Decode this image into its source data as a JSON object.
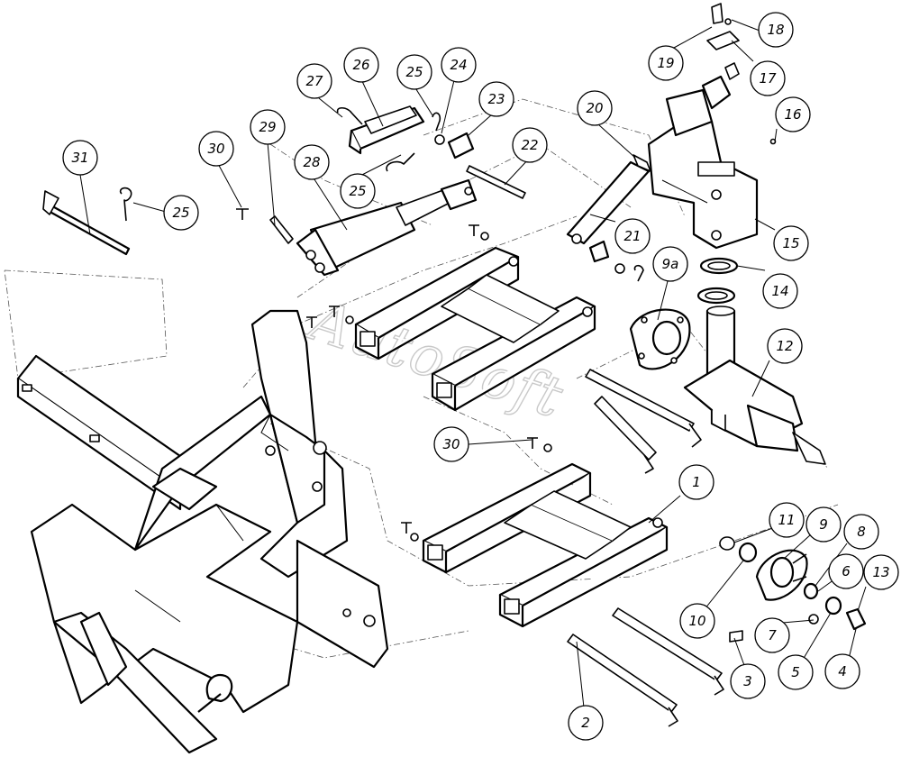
{
  "diagram": {
    "watermark": "AutoSoft",
    "callouts": [
      {
        "id": "c31",
        "label": "31"
      },
      {
        "id": "c25a",
        "label": "25"
      },
      {
        "id": "c30a",
        "label": "30"
      },
      {
        "id": "c29",
        "label": "29"
      },
      {
        "id": "c28",
        "label": "28"
      },
      {
        "id": "c27",
        "label": "27"
      },
      {
        "id": "c26",
        "label": "26"
      },
      {
        "id": "c25b",
        "label": "25"
      },
      {
        "id": "c25c",
        "label": "25"
      },
      {
        "id": "c24",
        "label": "24"
      },
      {
        "id": "c23",
        "label": "23"
      },
      {
        "id": "c22",
        "label": "22"
      },
      {
        "id": "c20",
        "label": "20"
      },
      {
        "id": "c21",
        "label": "21"
      },
      {
        "id": "c19",
        "label": "19"
      },
      {
        "id": "c18",
        "label": "18"
      },
      {
        "id": "c17",
        "label": "17"
      },
      {
        "id": "c16",
        "label": "16"
      },
      {
        "id": "c15",
        "label": "15"
      },
      {
        "id": "c14",
        "label": "14"
      },
      {
        "id": "c9a",
        "label": "9a"
      },
      {
        "id": "c12",
        "label": "12"
      },
      {
        "id": "c30b",
        "label": "30"
      },
      {
        "id": "c1",
        "label": "1"
      },
      {
        "id": "c11",
        "label": "11"
      },
      {
        "id": "c9",
        "label": "9"
      },
      {
        "id": "c8",
        "label": "8"
      },
      {
        "id": "c6",
        "label": "6"
      },
      {
        "id": "c13",
        "label": "13"
      },
      {
        "id": "c10",
        "label": "10"
      },
      {
        "id": "c7",
        "label": "7"
      },
      {
        "id": "c5",
        "label": "5"
      },
      {
        "id": "c4",
        "label": "4"
      },
      {
        "id": "c3",
        "label": "3"
      },
      {
        "id": "c2",
        "label": "2"
      }
    ]
  }
}
